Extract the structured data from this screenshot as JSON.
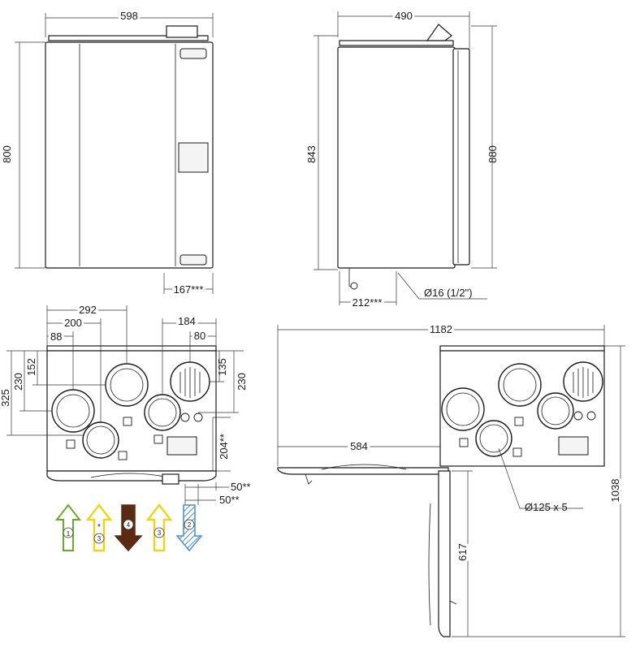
{
  "front_view": {
    "width_label": "598",
    "height_label": "800",
    "bottom_offset_label": "167***"
  },
  "side_view": {
    "width_label": "490",
    "height_a_label": "843",
    "height_b_label": "880",
    "bottom_offset_label": "212***",
    "pipe_label": "Ø16 (1/2\")"
  },
  "top_view": {
    "d292": "292",
    "d200": "200",
    "d88": "88",
    "d184": "184",
    "d80": "80",
    "d152": "152",
    "d230_left": "230",
    "d325": "325",
    "d135": "135",
    "d230_right": "230",
    "d204": "204**",
    "d50_a": "50**",
    "d50_b": "50**"
  },
  "open_view": {
    "width_label": "1182",
    "door_width_label": "584",
    "height_label": "1038",
    "door_height_label": "617",
    "duct_label": "Ø125 x 5"
  },
  "arrows": [
    {
      "label": "1",
      "direction": "up",
      "color": "#6aaa2a"
    },
    {
      "label": "3",
      "direction": "up",
      "color": "#f2d21b",
      "mark": "*"
    },
    {
      "label": "4",
      "direction": "down",
      "color": "#5a2a12"
    },
    {
      "label": "3",
      "direction": "up",
      "color": "#f2d21b"
    },
    {
      "label": "2",
      "direction": "down",
      "color": "#4a8fd0"
    }
  ]
}
